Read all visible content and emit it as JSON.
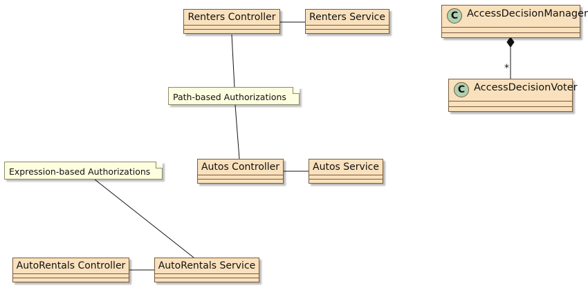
{
  "components": {
    "renters_controller": "Renters Controller",
    "renters_service": "Renters Service",
    "autos_controller": "Autos Controller",
    "autos_service": "Autos Service",
    "autorentals_controller": "AutoRentals Controller",
    "autorentals_service": "AutoRentals Service"
  },
  "notes": {
    "path_based": "Path-based Authorizations",
    "expression_based": "Expression-based Authorizations"
  },
  "classes": {
    "manager": {
      "icon": "C",
      "name": "AccessDecisionManager"
    },
    "voter": {
      "icon": "C",
      "name": "AccessDecisionVoter"
    }
  },
  "relation": {
    "multiplicity": "*"
  },
  "colors": {
    "component_fill": "#f9e1bd",
    "note_fill": "#fdfde0",
    "class_icon_fill": "#add1b2",
    "border": "#7a5a3a"
  }
}
